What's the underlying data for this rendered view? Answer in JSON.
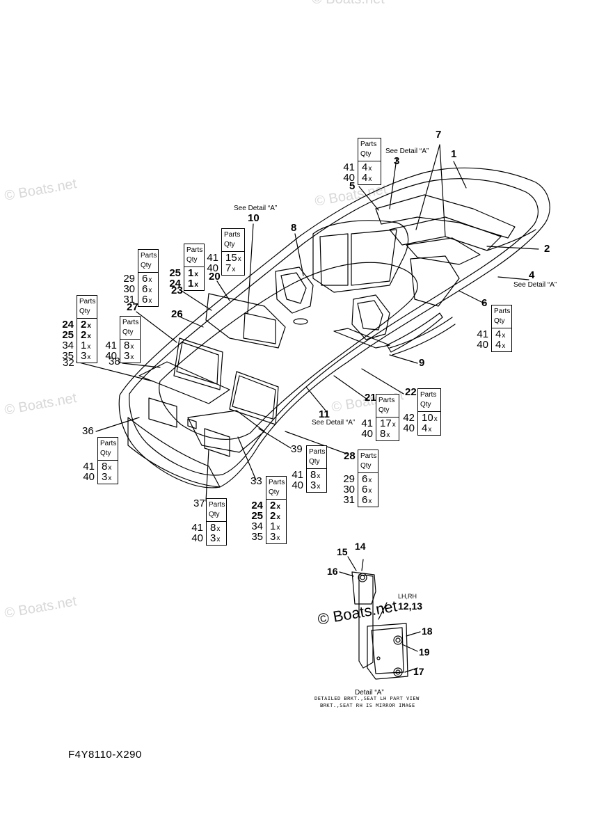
{
  "watermark": {
    "text": "© Boats.net"
  },
  "diagram_code": "F4Y8110-X290",
  "detail": {
    "title": "Detail “A”",
    "caption_lines": [
      "DETAILED BRKT.,SEAT LH PART VIEW",
      "BRKT.,SEAT RH IS MIRROR IMAGE"
    ],
    "lhrh": "LH,RH",
    "refs": {
      "r12_13": "12,13",
      "r14": "14",
      "r15": "15",
      "r16": "16",
      "r17": "17",
      "r18": "18",
      "r19": "19"
    }
  },
  "see_detail": "See Detail “A”",
  "callouts": {
    "c1": "1",
    "c2": "2",
    "c3": "3",
    "c4": "4",
    "c5": "5",
    "c6": "6",
    "c7": "7",
    "c8": "8",
    "c9": "9",
    "c10": "10",
    "c11": "11",
    "c20": "20",
    "c21": "21",
    "c22": "22",
    "c23": "23",
    "c26": "26",
    "c27": "27",
    "c28": "28",
    "c32": "32",
    "c33": "33",
    "c36": "36",
    "c37": "37",
    "c38": "38",
    "c39": "39"
  },
  "qty_header": [
    "Parts",
    "Qty"
  ],
  "qty_suffix": "x",
  "qty_boxes": {
    "q3": {
      "rows": [
        {
          "part": "41",
          "qty": "4",
          "bold": false
        },
        {
          "part": "40",
          "qty": "4",
          "bold": false
        }
      ]
    },
    "q20": {
      "rows": [
        {
          "part": "41",
          "qty": "15",
          "bold": false
        },
        {
          "part": "40",
          "qty": "7",
          "bold": false
        }
      ]
    },
    "q25": {
      "rows": [
        {
          "part": "25",
          "qty": "1",
          "bold": true
        },
        {
          "part": "24",
          "qty": "1",
          "bold": true
        }
      ]
    },
    "q29": {
      "rows": [
        {
          "part": "29",
          "qty": "6",
          "bold": false
        },
        {
          "part": "30",
          "qty": "6",
          "bold": false
        },
        {
          "part": "31",
          "qty": "6",
          "bold": false
        }
      ]
    },
    "q27": {
      "rows": [
        {
          "part": "41",
          "qty": "8",
          "bold": false
        },
        {
          "part": "40",
          "qty": "3",
          "bold": false
        }
      ]
    },
    "q24": {
      "rows": [
        {
          "part": "24",
          "qty": "2",
          "bold": true
        },
        {
          "part": "25",
          "qty": "2",
          "bold": true
        },
        {
          "part": "34",
          "qty": "1",
          "bold": false
        },
        {
          "part": "35",
          "qty": "3",
          "bold": false
        }
      ]
    },
    "q6": {
      "rows": [
        {
          "part": "41",
          "qty": "4",
          "bold": false
        },
        {
          "part": "40",
          "qty": "4",
          "bold": false
        }
      ]
    },
    "q21": {
      "rows": [
        {
          "part": "41",
          "qty": "17",
          "bold": false
        },
        {
          "part": "40",
          "qty": "8",
          "bold": false
        }
      ]
    },
    "q22": {
      "rows": [
        {
          "part": "42",
          "qty": "10",
          "bold": false
        },
        {
          "part": "40",
          "qty": "4",
          "bold": false
        }
      ]
    },
    "q36": {
      "rows": [
        {
          "part": "41",
          "qty": "8",
          "bold": false
        },
        {
          "part": "40",
          "qty": "3",
          "bold": false
        }
      ]
    },
    "q39": {
      "rows": [
        {
          "part": "41",
          "qty": "8",
          "bold": false
        },
        {
          "part": "40",
          "qty": "3",
          "bold": false
        }
      ]
    },
    "q28": {
      "rows": [
        {
          "part": "29",
          "qty": "6",
          "bold": false
        },
        {
          "part": "30",
          "qty": "6",
          "bold": false
        },
        {
          "part": "31",
          "qty": "6",
          "bold": false
        }
      ]
    },
    "q33": {
      "rows": [
        {
          "part": "24",
          "qty": "2",
          "bold": true
        },
        {
          "part": "25",
          "qty": "2",
          "bold": true
        },
        {
          "part": "34",
          "qty": "1",
          "bold": false
        },
        {
          "part": "35",
          "qty": "3",
          "bold": false
        }
      ]
    },
    "q37": {
      "rows": [
        {
          "part": "41",
          "qty": "8",
          "bold": false
        },
        {
          "part": "40",
          "qty": "3",
          "bold": false
        }
      ]
    }
  }
}
